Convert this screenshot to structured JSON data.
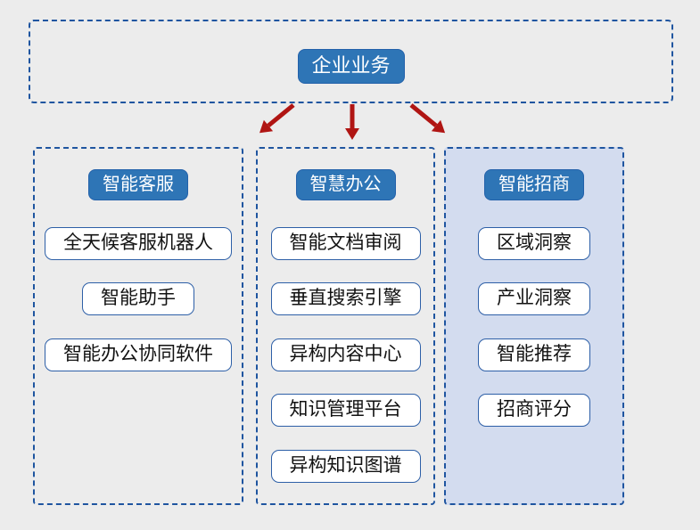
{
  "root": {
    "label": "企业业务"
  },
  "columns": [
    {
      "header": "智能客服",
      "items": [
        "全天候客服机器人",
        "智能助手",
        "智能办公协同软件"
      ]
    },
    {
      "header": "智慧办公",
      "items": [
        "智能文档审阅",
        "垂直搜索引擎",
        "异构内容中心",
        "知识管理平台",
        "异构知识图谱"
      ]
    },
    {
      "header": "智能招商",
      "items": [
        "区域洞察",
        "产业洞察",
        "智能推荐",
        "招商评分"
      ]
    }
  ],
  "colors": {
    "accent_blue": "#2e75b6",
    "dashed_border_blue": "#1f55a0",
    "node_border_blue": "#2d5fa7",
    "panel_fill_blue": "#d3dcef",
    "arrow_red": "#b01513",
    "background_gray": "#ececec"
  }
}
